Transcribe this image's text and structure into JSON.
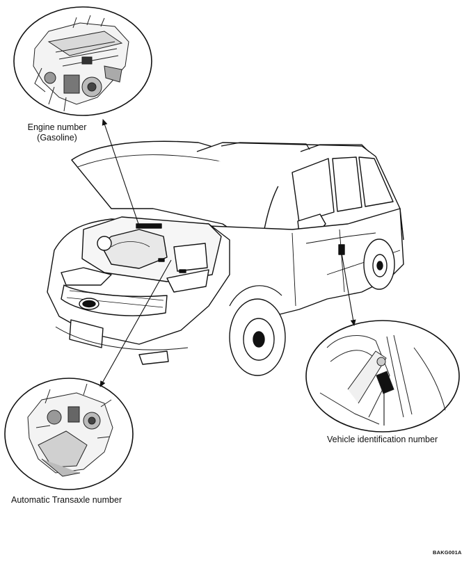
{
  "labels": {
    "engine_line1": "Engine number",
    "engine_line2": "(Gasoline)",
    "transaxle": "Automatic Transaxle number",
    "vin": "Vehicle identification number",
    "figure_code": "BAKG001A"
  }
}
